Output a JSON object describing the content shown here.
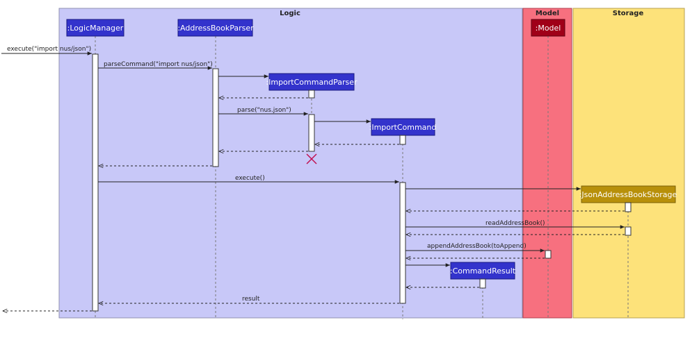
{
  "sections": {
    "logic": "Logic",
    "model": "Model",
    "storage": "Storage"
  },
  "participants": {
    "logic_manager": ":LogicManager",
    "address_book_parser": ":AddressBookParser",
    "import_command_parser": ":ImportCommandParser",
    "import_command": ":ImportCommand",
    "model": ":Model",
    "json_address_book_storage": ":JsonAddressBookStorage",
    "command_result": ":CommandResult"
  },
  "messages": {
    "execute_import": "execute(\"import nus/json\")",
    "parse_command": "parseCommand(\"import nus/json\")",
    "parse": "parse(\"nus.json\")",
    "execute": "execute()",
    "read_address_book": "readAddressBook()",
    "append_address_book": "appendAddressBook(toAppend)",
    "result": "result"
  },
  "colors": {
    "logic_bg": "#c8c8f8",
    "model_bg": "#f7707f",
    "storage_bg": "#fde27a",
    "participant_blue": "#3333cc",
    "participant_model": "#a00018",
    "participant_storage": "#b8900a",
    "destroy": "#c01050"
  }
}
